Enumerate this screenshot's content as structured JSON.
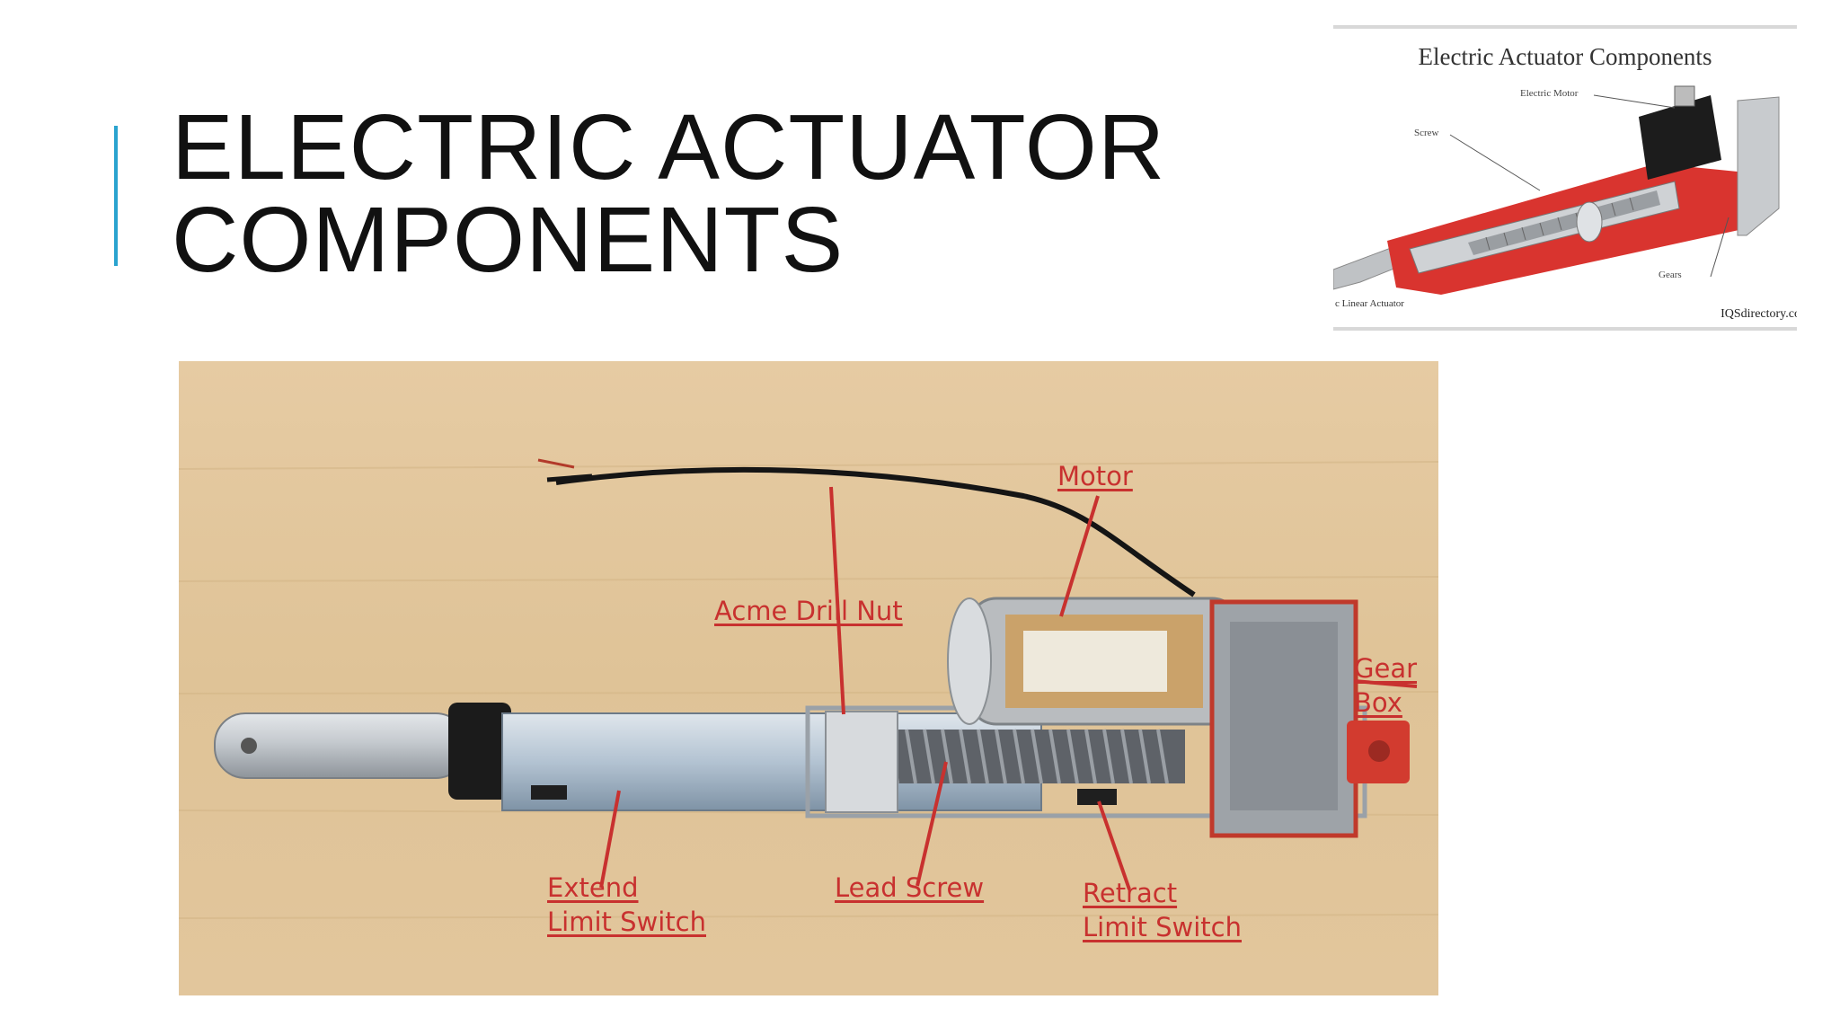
{
  "slide": {
    "title_line1": "ELECTRIC ACTUATOR",
    "title_line2": "COMPONENTS"
  },
  "diagram": {
    "title": "Electric Actuator Components",
    "labels": {
      "electric_motor": "Electric Motor",
      "screw": "Screw",
      "gears": "Gears"
    },
    "footer_left": "c Linear Actuator",
    "footer_right": "IQSdirectory.co"
  },
  "photo": {
    "callouts": {
      "motor": "Motor",
      "acme_drill_nut": "Acme Drill Nut",
      "gear_line1": "Gear",
      "gear_line2": "Box",
      "extend_line1": "Extend",
      "extend_line2": "Limit Switch",
      "lead_screw": "Lead Screw",
      "retract_line1": "Retract",
      "retract_line2": "Limit Switch"
    }
  },
  "colors": {
    "accent": "#2aa3cf",
    "callout_red": "#c8312f",
    "wood": "#e3c79d"
  }
}
